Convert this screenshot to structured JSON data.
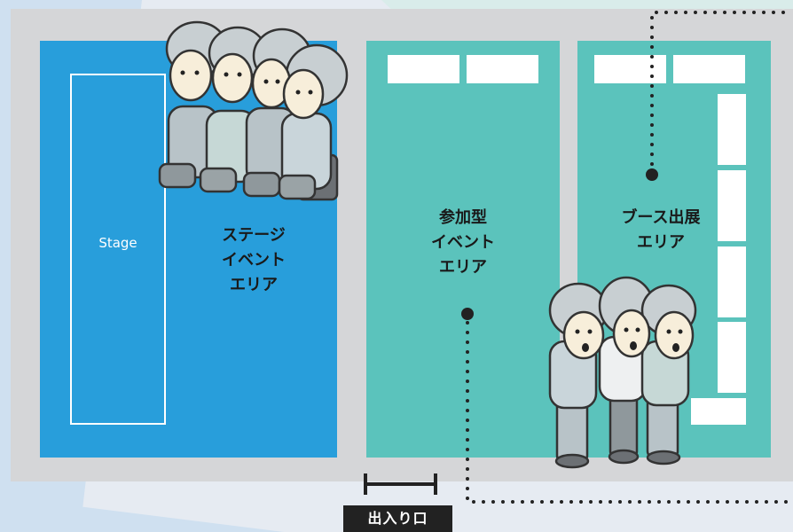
{
  "colors": {
    "stage_area": "#289edb",
    "event_area": "#5bc3bc",
    "booth_area": "#5bc3bc",
    "floor": "#d5d6d8",
    "background": "#e6ebf2"
  },
  "stage": {
    "label": "Stage"
  },
  "stage_area": {
    "line1": "ステージ",
    "line2": "イベント",
    "line3": "エリア"
  },
  "event_area": {
    "line1": "参加型",
    "line2": "イベント",
    "line3": "エリア"
  },
  "booth_area": {
    "line1": "ブース出展",
    "line2": "エリア"
  },
  "entrance": {
    "label": "出入り口"
  }
}
